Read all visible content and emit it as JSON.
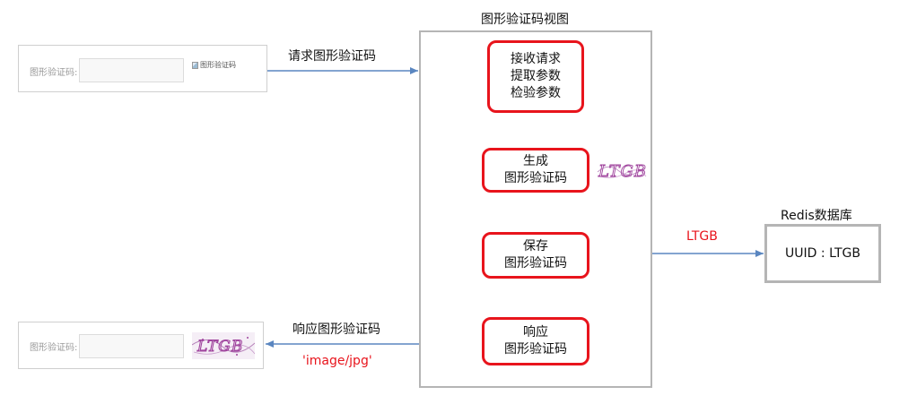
{
  "view": {
    "title": "图形验证码视图",
    "steps": [
      [
        "接收请求",
        "提取参数",
        "检验参数"
      ],
      [
        "生成",
        "图形验证码"
      ],
      [
        "保存",
        "图形验证码"
      ],
      [
        "响应",
        "图形验证码"
      ]
    ]
  },
  "request_form": {
    "label": "图形验证码:",
    "image_alt": "图形验证码"
  },
  "response_form": {
    "label": "图形验证码:"
  },
  "captcha": {
    "text": "LTGB",
    "color": "#a0459e"
  },
  "arrows": {
    "request_label": "请求图形验证码",
    "response_label": "响应图形验证码",
    "response_type": "'image/jpg'",
    "store_label": "LTGB"
  },
  "redis": {
    "title": "Redis数据库",
    "entry": "UUID : LTGB"
  },
  "colors": {
    "step_border": "#e8141c",
    "arrow": "#5a86c0",
    "box_border": "#b5b5b5"
  }
}
